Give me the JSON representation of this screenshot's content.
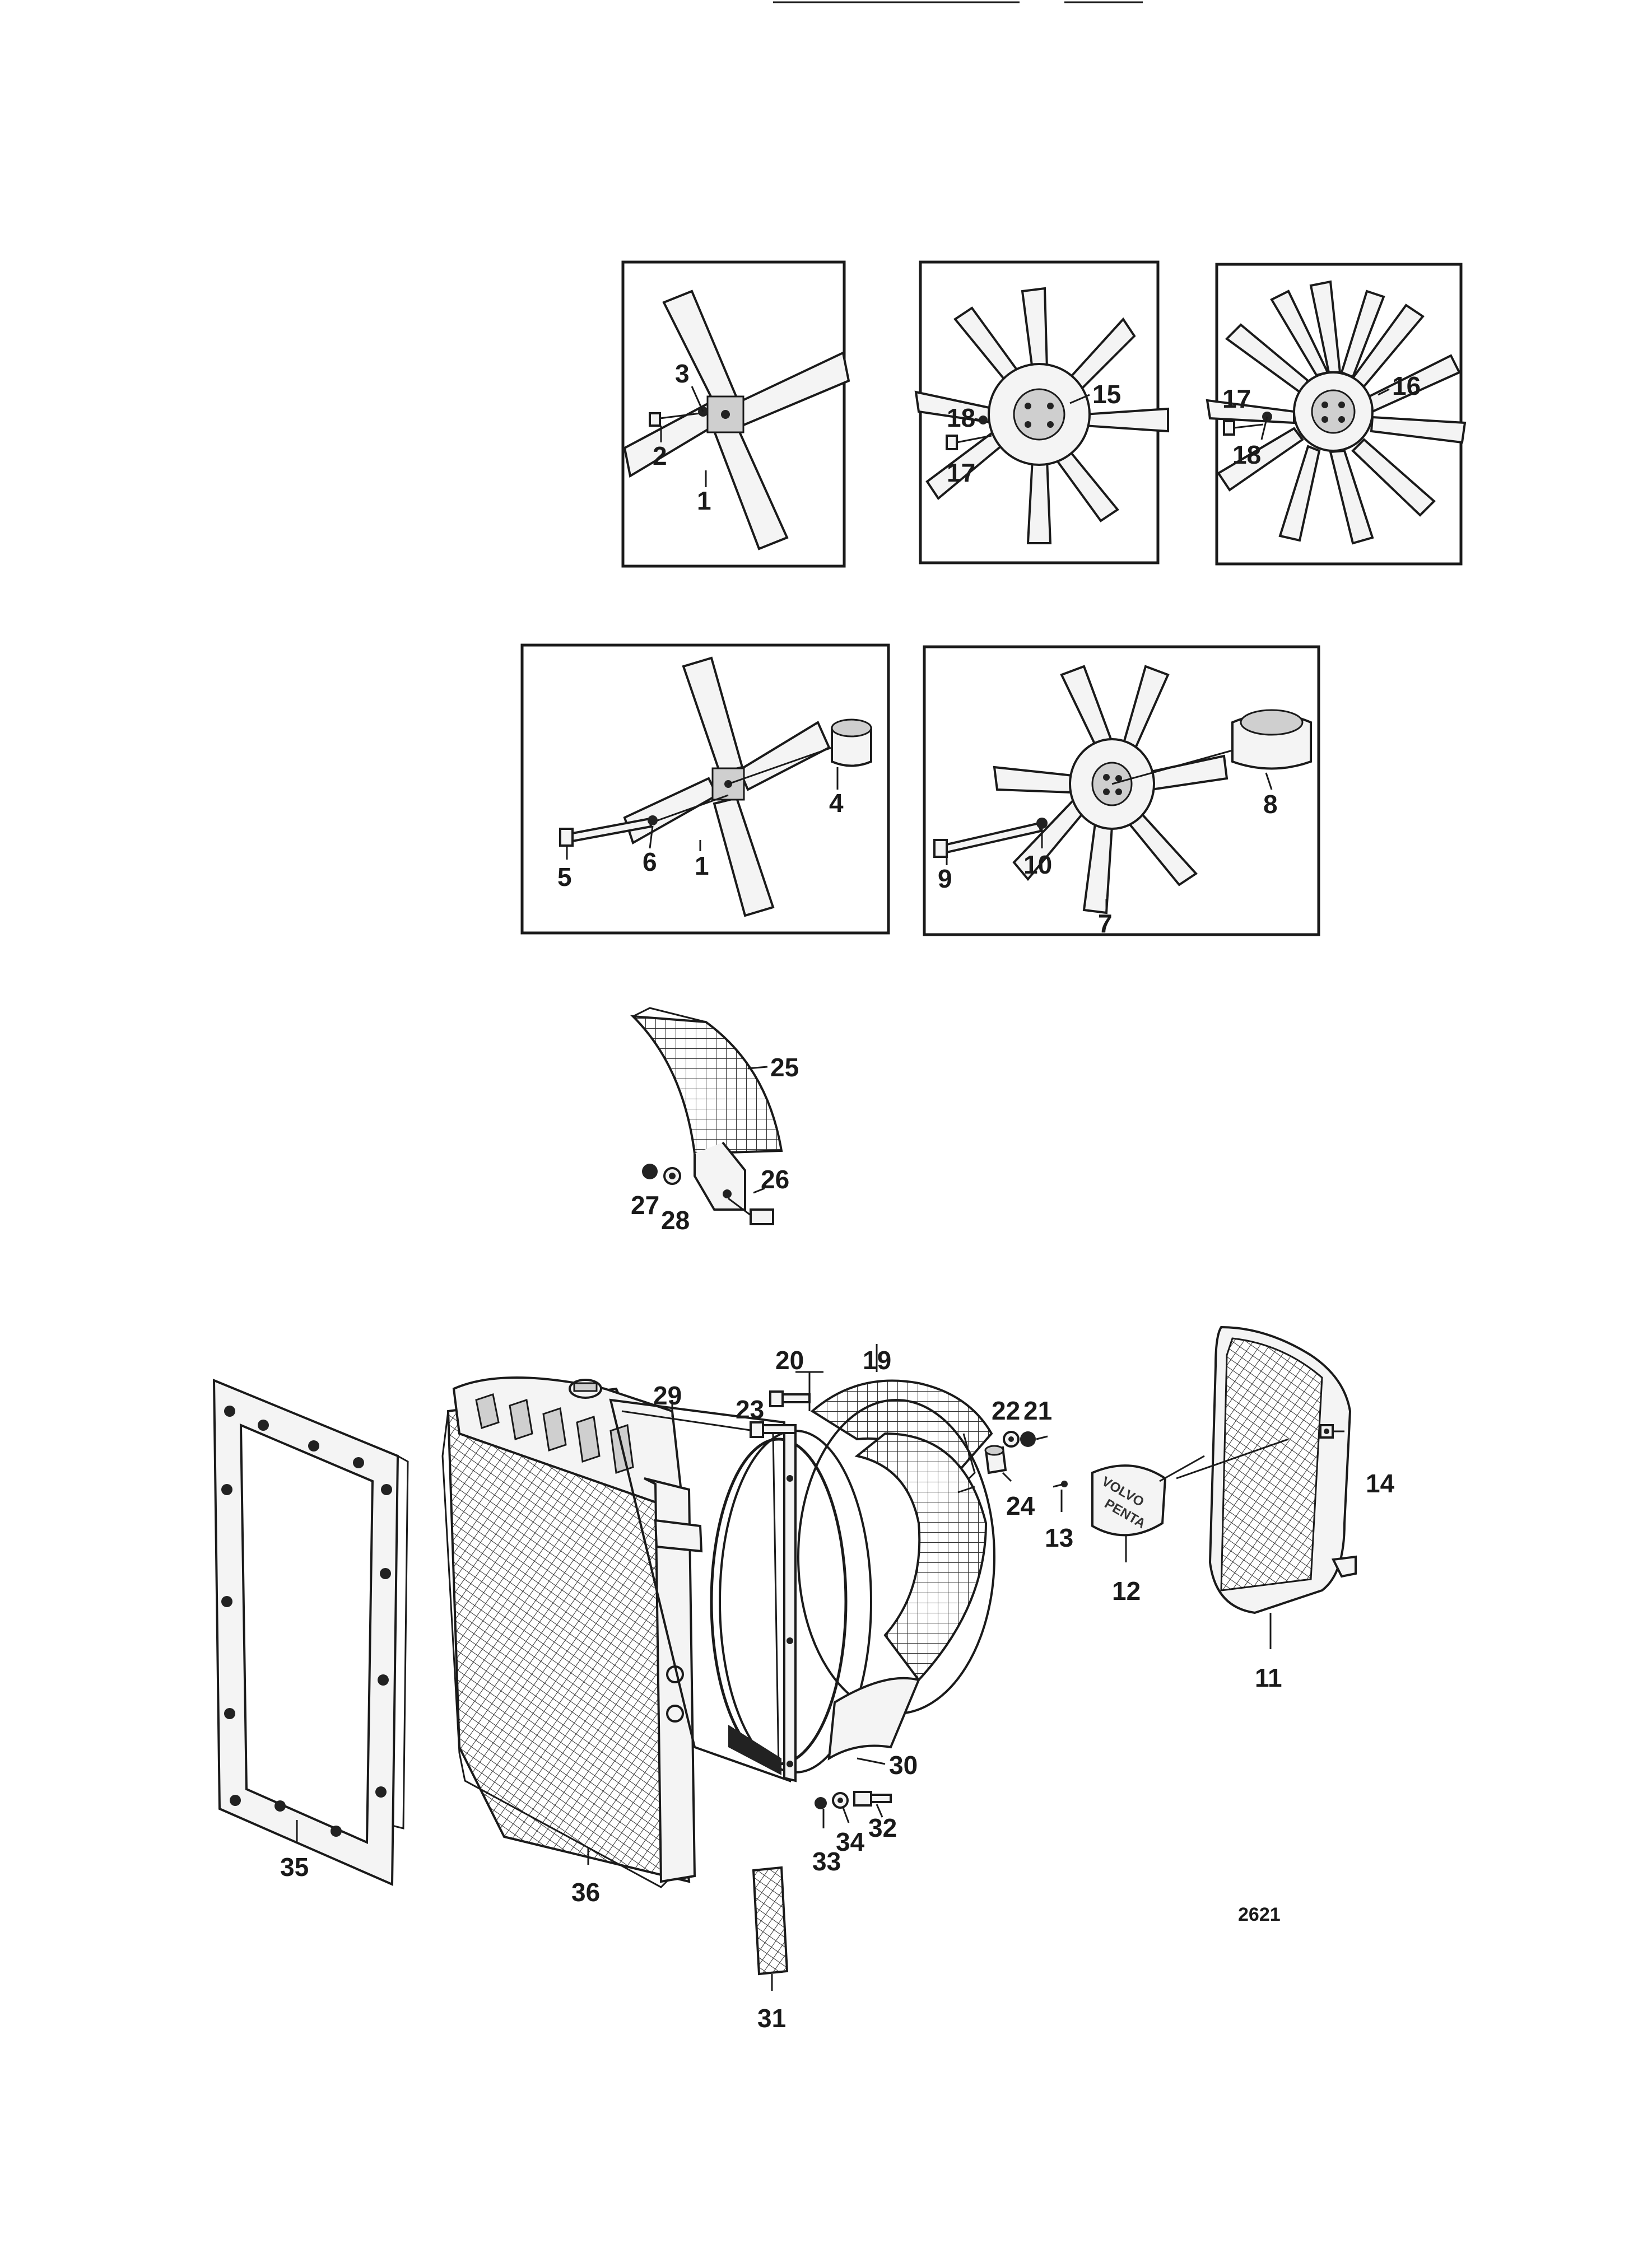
{
  "diagram": {
    "drawing_number": "2621",
    "callouts": [
      {
        "id": "c1a",
        "text": "1"
      },
      {
        "id": "c2",
        "text": "2"
      },
      {
        "id": "c3",
        "text": "3"
      },
      {
        "id": "c15",
        "text": "15"
      },
      {
        "id": "c18a",
        "text": "18"
      },
      {
        "id": "c17a",
        "text": "17"
      },
      {
        "id": "c16",
        "text": "16"
      },
      {
        "id": "c17b",
        "text": "17"
      },
      {
        "id": "c18b",
        "text": "18"
      },
      {
        "id": "c4",
        "text": "4"
      },
      {
        "id": "c5",
        "text": "5"
      },
      {
        "id": "c6",
        "text": "6"
      },
      {
        "id": "c1b",
        "text": "1"
      },
      {
        "id": "c8",
        "text": "8"
      },
      {
        "id": "c9",
        "text": "9"
      },
      {
        "id": "c10",
        "text": "10"
      },
      {
        "id": "c7",
        "text": "7"
      },
      {
        "id": "c25",
        "text": "25"
      },
      {
        "id": "c26",
        "text": "26"
      },
      {
        "id": "c27",
        "text": "27"
      },
      {
        "id": "c28",
        "text": "28"
      },
      {
        "id": "c20",
        "text": "20"
      },
      {
        "id": "c19",
        "text": "19"
      },
      {
        "id": "c23",
        "text": "23"
      },
      {
        "id": "c29",
        "text": "29"
      },
      {
        "id": "c22",
        "text": "22"
      },
      {
        "id": "c21",
        "text": "21"
      },
      {
        "id": "c24",
        "text": "24"
      },
      {
        "id": "c14",
        "text": "14"
      },
      {
        "id": "c13",
        "text": "13"
      },
      {
        "id": "c12",
        "text": "12"
      },
      {
        "id": "c11",
        "text": "11"
      },
      {
        "id": "c30",
        "text": "30"
      },
      {
        "id": "c35",
        "text": "35"
      },
      {
        "id": "c36",
        "text": "36"
      },
      {
        "id": "c32",
        "text": "32"
      },
      {
        "id": "c34",
        "text": "34"
      },
      {
        "id": "c33",
        "text": "33"
      },
      {
        "id": "c31",
        "text": "31"
      }
    ],
    "badge_logo": [
      "VOLVO",
      "PENTA"
    ]
  }
}
